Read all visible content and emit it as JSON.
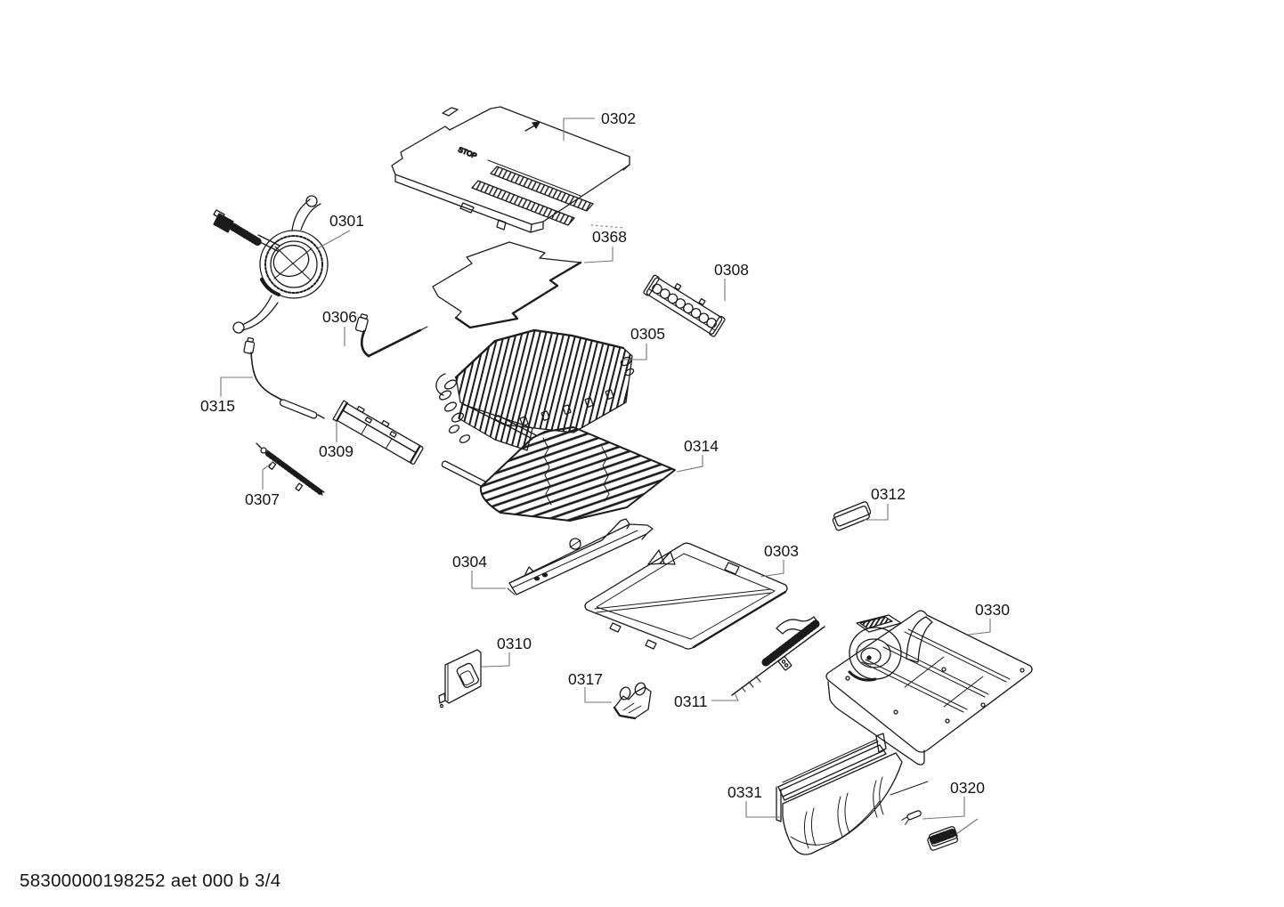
{
  "footer": {
    "text": "58300000198252 aet 000 b 3/4"
  },
  "annotations": {
    "cover_marking": "STOP"
  },
  "colors": {
    "line": "#1b1b1b",
    "leader": "#767676",
    "background": "#ffffff"
  },
  "parts": [
    {
      "label": "0302"
    },
    {
      "label": "0301"
    },
    {
      "label": "0368"
    },
    {
      "label": "0308"
    },
    {
      "label": "0306"
    },
    {
      "label": "0305"
    },
    {
      "label": "0315"
    },
    {
      "label": "0309"
    },
    {
      "label": "0314"
    },
    {
      "label": "0307"
    },
    {
      "label": "0312"
    },
    {
      "label": "0304"
    },
    {
      "label": "0303"
    },
    {
      "label": "0330"
    },
    {
      "label": "0310"
    },
    {
      "label": "0317"
    },
    {
      "label": "0311"
    },
    {
      "label": "0331"
    },
    {
      "label": "0320"
    }
  ]
}
